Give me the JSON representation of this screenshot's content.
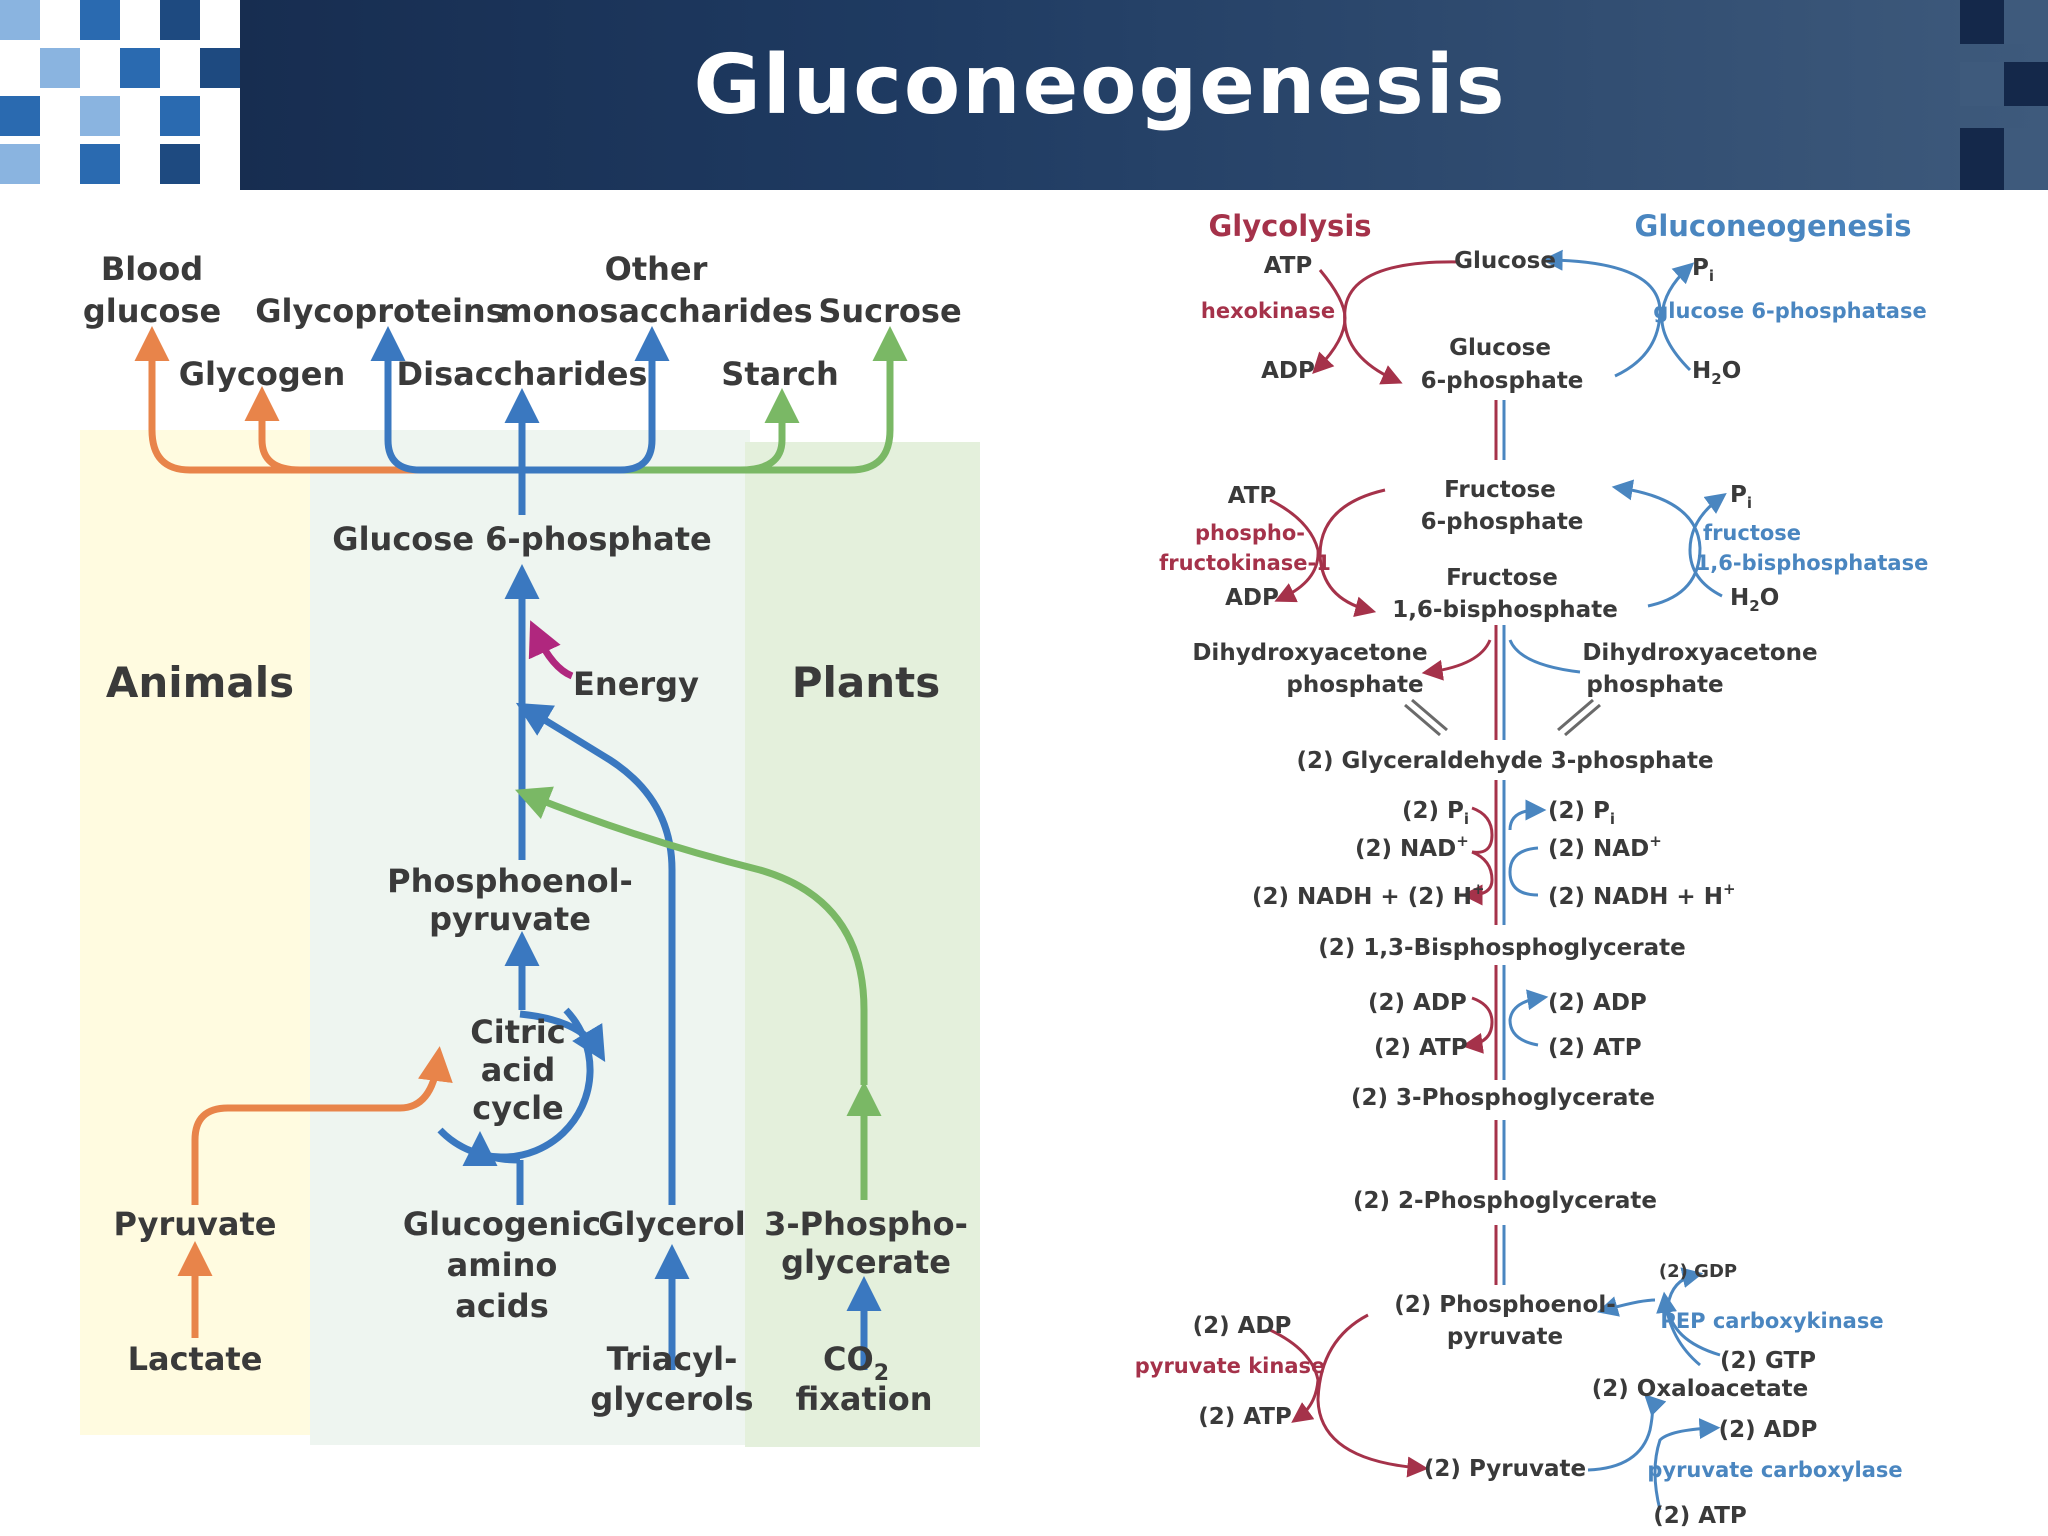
{
  "title": "Gluconeogenesis",
  "colors": {
    "header_dark": "#14284a",
    "orange": "#e8844a",
    "blue": "#3a78c0",
    "green": "#7ab865",
    "magenta": "#b0277e",
    "red": "#a5324a",
    "light_blue": "#4a86c0",
    "dark_text": "#3a3a3a",
    "animals_bg": "#fffbe0",
    "middle_bg": "#eef5f0",
    "plants_bg": "#e4f0dc"
  },
  "left_panel": {
    "top_labels": {
      "blood_glucose": [
        "Blood",
        "glucose"
      ],
      "glycogen": "Glycogen",
      "glycoproteins": "Glycoproteins",
      "disaccharides": "Disaccharides",
      "other_monosaccharides": [
        "Other",
        "monosaccharides"
      ],
      "starch": "Starch",
      "sucrose": "Sucrose"
    },
    "glucose_6_phosphate": "Glucose 6-phosphate",
    "animals": "Animals",
    "plants": "Plants",
    "energy": "Energy",
    "pep": [
      "Phosphoenol-",
      "pyruvate"
    ],
    "citric_cycle": [
      "Citric",
      "acid",
      "cycle"
    ],
    "pyruvate": "Pyruvate",
    "lactate": "Lactate",
    "glucogenic": [
      "Glucogenic",
      "amino",
      "acids"
    ],
    "glycerol": "Glycerol",
    "triacyl": [
      "Triacyl-",
      "glycerols"
    ],
    "phosphoglycerate3": [
      "3-Phospho-",
      "glycerate"
    ],
    "co2": "CO",
    "co2_sub": "2",
    "fixation": "fixation"
  },
  "right_panel": {
    "glycolysis": "Glycolysis",
    "gluconeogenesis": "Gluconeogenesis",
    "glucose": "Glucose",
    "atp": "ATP",
    "hexokinase": "hexokinase",
    "adp": "ADP",
    "glucose6p": [
      "Glucose",
      "6-phosphate"
    ],
    "p": "P",
    "p_sub": "i",
    "glucose6phosphatase": "glucose 6-phosphatase",
    "h2o": "H",
    "h2o_sub": "2",
    "h2o_tail": "O",
    "fructose6p": [
      "Fructose",
      "6-phosphate"
    ],
    "pfk": [
      "phospho-",
      "fructokinase-1"
    ],
    "f16bp": [
      "Fructose",
      "1,6-bisphosphate"
    ],
    "fbpase": [
      "fructose",
      "1,6-bisphosphatase"
    ],
    "dhap": [
      "Dihydroxyacetone",
      "phosphate"
    ],
    "g3p": "(2) Glyceraldehyde 3-phosphate",
    "pi2": "(2) P",
    "nad2": "(2) NAD",
    "sup_plus": "+",
    "nadh2_left": "(2) NADH + (2) H",
    "nadh2_right": "(2) NADH + H",
    "bpg": "(2) 1,3-Bisphosphoglycerate",
    "adp2": "(2) ADP",
    "atp2": "(2) ATP",
    "pg3": "(2) 3-Phosphoglycerate",
    "pg2": "(2) 2-Phosphoglycerate",
    "pep2": [
      "(2) Phosphoenol-",
      "pyruvate"
    ],
    "pyruvate_kinase": "pyruvate kinase",
    "gdp2": "(2) GDP",
    "pepck": "PEP carboxykinase",
    "gtp2": "(2) GTP",
    "oaa2": "(2) Oxaloacetate",
    "pyruvate2": "(2) Pyruvate",
    "pyruvate_carboxylase": "pyruvate carboxylase"
  }
}
